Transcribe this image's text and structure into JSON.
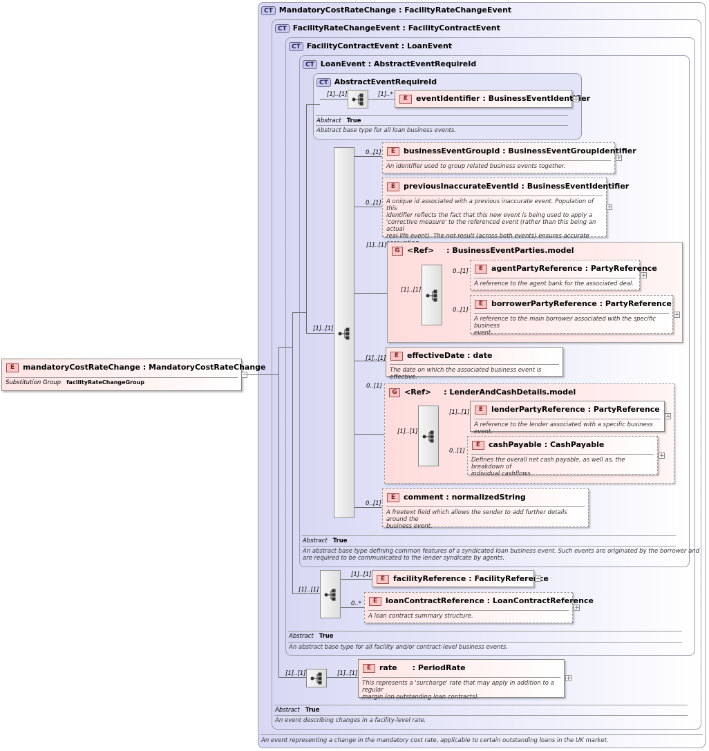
{
  "root": {
    "name": "mandatoryCostRateChange",
    "type": "MandatoryCostRateChange",
    "substitution_label": "Substitution Group",
    "substitution_value": "facilityRateChangeGroup"
  },
  "ct_badge": "CT",
  "e_badge": "E",
  "g_badge": "G",
  "type_sep": ":",
  "expand_symbol": "+",
  "collapse_symbol": "−",
  "abstract_label": "Abstract",
  "true_value": "True",
  "ct": {
    "mandatory": {
      "name": "MandatoryCostRateChange",
      "base": "FacilityRateChangeEvent",
      "desc": "An event representing a change in the mandatory cost rate, applicable to certain outstanding loans in the UK market."
    },
    "facilityRate": {
      "name": "FacilityRateChangeEvent",
      "base": "FacilityContractEvent",
      "desc": "An event describing changes in a facility-level rate."
    },
    "facilityContract": {
      "name": "FacilityContractEvent",
      "base": "LoanEvent",
      "desc": "An abstract base type for all facility and/or contract-level business events."
    },
    "loanEvent": {
      "name": "LoanEvent",
      "base": "AbstractEventRequireId",
      "desc_1": "An abstract base type defining common features of a syndicated loan business event. Such events are originated by the borrower and",
      "desc_2": "are required to be communicated to the lender syndicate by agents."
    },
    "abstractEvent": {
      "name": "AbstractEventRequireId",
      "desc": "Abstract base type for all loan business events."
    }
  },
  "elements": {
    "eventIdentifier": {
      "name": "eventIdentifier",
      "type": "BusinessEventIdentifier",
      "card": "[1]..*"
    },
    "businessEventGroupId": {
      "name": "businessEventGroupId",
      "type": "BusinessEventGroupIdentifier",
      "card": "0..[1]",
      "desc": "An identifier used to group related business events together."
    },
    "previousInaccurateEventId": {
      "name": "previousInaccurateEventId",
      "type": "BusinessEventIdentifier",
      "card": "0..[1]",
      "desc_1": "A unique id associated with a previous inaccurate event. Population of this",
      "desc_2": "identifier reflects the fact that this new event is being used to apply a",
      "desc_3": "'corrective measure' to the referenced event (rather than this being an actual",
      "desc_4": "real-life event). The net result (across both events) ensures accurate",
      "desc_5": "accounting."
    },
    "agentPartyReference": {
      "name": "agentPartyReference",
      "type": "PartyReference",
      "card": "0..[1]",
      "desc": "A reference to the agent bank for the associated deal."
    },
    "borrowerPartyReference": {
      "name": "borrowerPartyReference",
      "type": "PartyReference",
      "card": "0..[1]",
      "desc_1": "A reference to the main borrower associated with the specific business",
      "desc_2": "event."
    },
    "effectiveDate": {
      "name": "effectiveDate",
      "type": "date",
      "card": "[1]..[1]",
      "desc": "The date on which the associated business event is effective."
    },
    "lenderPartyReference": {
      "name": "lenderPartyReference",
      "type": "PartyReference",
      "card": "[1]..[1]",
      "desc": "A reference to the lender associated with a specific business event."
    },
    "cashPayable": {
      "name": "cashPayable",
      "type": "CashPayable",
      "card": "0..[1]",
      "desc_1": "Defines the overall net cash payable, as well as, the breakdown of",
      "desc_2": "individual cashflows."
    },
    "comment": {
      "name": "comment",
      "type": "normalizedString",
      "card": "0..[1]",
      "desc_1": "A freetext field which allows the sender to add further details around the",
      "desc_2": "business event."
    },
    "facilityReference": {
      "name": "facilityReference",
      "type": "FacilityReference",
      "card": "[1]..[1]"
    },
    "loanContractReference": {
      "name": "loanContractReference",
      "type": "LoanContractReference",
      "card": "0..*",
      "desc": "A loan contract summary structure."
    },
    "rate": {
      "name": "rate",
      "type": "PeriodRate",
      "card": "[1]..[1]",
      "desc_1": "This represents a 'surcharge' rate that may apply in addition to a regular",
      "desc_2": "margin (on outstanding loan contracts)."
    }
  },
  "groups": {
    "parties": {
      "ref": "<Ref>",
      "name": "BusinessEventParties.model",
      "card": "[1]..[1]",
      "seq_card": "[1]..[1]"
    },
    "lenderCash": {
      "ref": "<Ref>",
      "name": "LenderAndCashDetails.model",
      "card": "0..[1]",
      "seq_card": "[1]..[1]"
    }
  },
  "seq_cards": {
    "abstractEvent": "[1]..[1]",
    "loanEvent": "[1]..[1]",
    "facilityContract": "[1]..[1]",
    "facilityRate": "[1]..[1]"
  }
}
